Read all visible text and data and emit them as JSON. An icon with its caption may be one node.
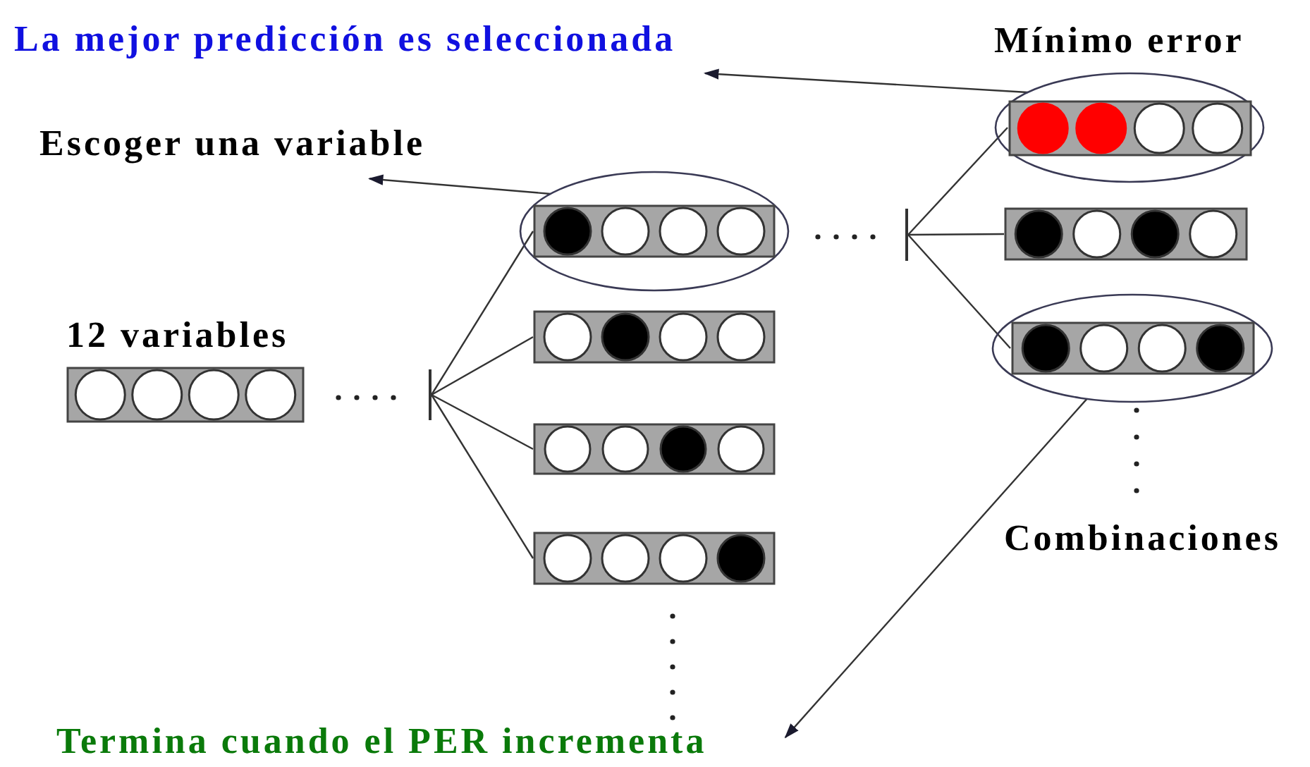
{
  "diagram": {
    "nodes": [
      {
        "text": [
          "La mejor predicción es seleccionada"
        ]
      },
      {
        "text": [],
        "shape": "ellipse",
        "beside": [
          "Mínimo error"
        ]
      },
      {
        "text": [],
        "shape": "bar",
        "in": 1
      },
      {
        "text": [
          "Escoger una variable"
        ]
      },
      {
        "text": [],
        "shape": "ellipse"
      },
      {
        "text": [],
        "shape": "bar",
        "in": 4
      },
      {
        "text": [],
        "shape": "bar"
      },
      {
        "text": [],
        "shape": "bar"
      },
      {
        "text": [],
        "shape": "ellipse"
      },
      {
        "text": [],
        "shape": "bar",
        "in": 8
      },
      {
        "text": [],
        "shape": "bar"
      },
      {
        "text": [],
        "shape": "bar",
        "beside": [
          "12 variables"
        ]
      },
      {
        "text": [],
        "shape": "bar"
      },
      {
        "text": [],
        "shape": "bar"
      },
      {
        "text": [],
        "shape": "bar"
      },
      {
        "text": [
          "Termina cuando el PER  incrementa"
        ]
      }
    ],
    "edges": [
      {
        "from": 1,
        "to": 0,
        "arrow": "to"
      },
      {
        "from": 4,
        "to": 3,
        "arrow": "to"
      },
      {
        "from": 8,
        "to": 15,
        "arrow": "to"
      },
      {
        "from": 6,
        "to": 2,
        "arrow": "none"
      },
      {
        "from": 6,
        "to": 7,
        "arrow": "none"
      },
      {
        "from": 6,
        "to": 9,
        "arrow": "none"
      },
      {
        "from": 12,
        "to": 5,
        "arrow": "none"
      },
      {
        "from": 12,
        "to": 10,
        "arrow": "none"
      },
      {
        "from": 12,
        "to": 13,
        "arrow": "none"
      },
      {
        "from": 12,
        "to": 14,
        "arrow": "none"
      }
    ],
    "labels": [
      "Combinaciones"
    ]
  }
}
